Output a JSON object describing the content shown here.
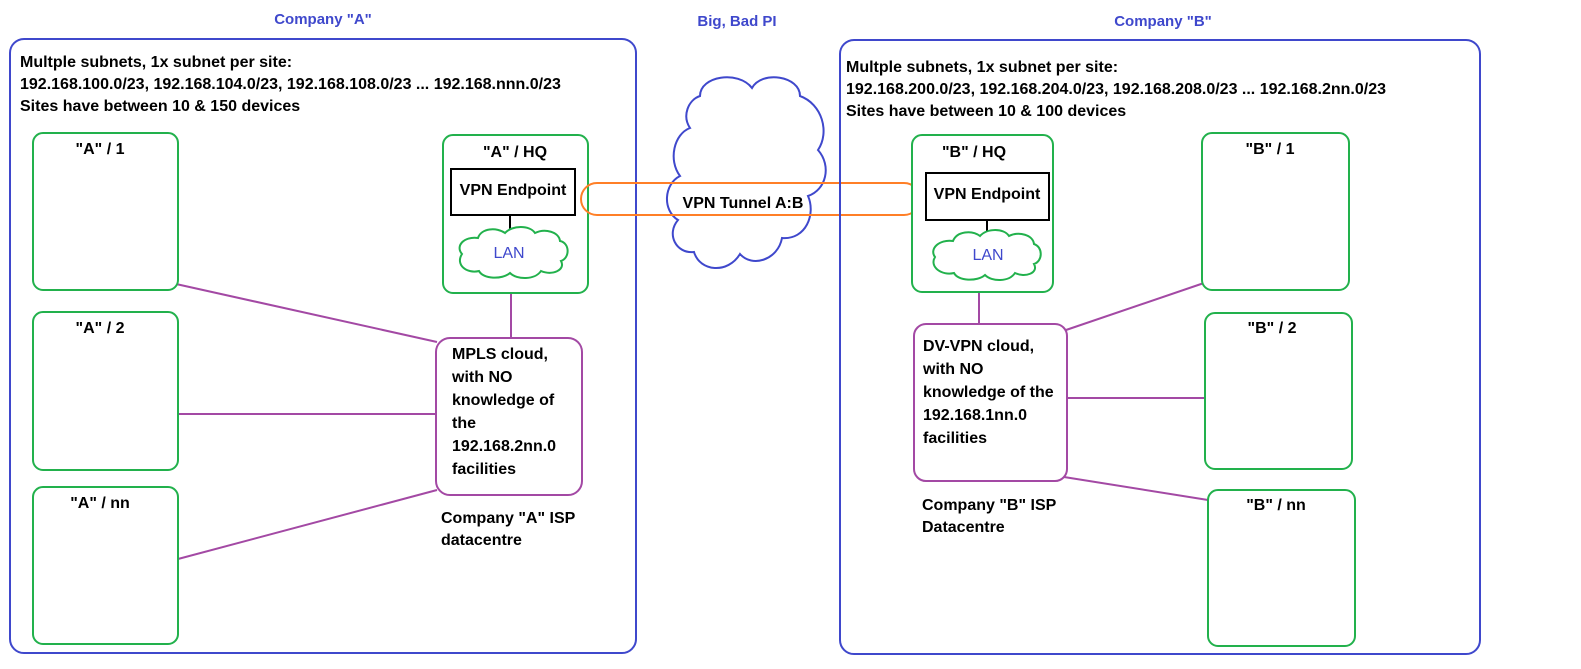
{
  "title_a": "Company \"A\"",
  "title_b": "Company \"B\"",
  "title_internet": "Big, Bad PI",
  "company_a": {
    "info": [
      "Multple subnets, 1x subnet per site:",
      "192.168.100.0/23, 192.168.104.0/23, 192.168.108.0/23 ... 192.168.nnn.0/23",
      "Sites have between 10 & 150 devices"
    ],
    "sites": [
      "\"A\" / 1",
      "\"A\" / 2",
      "\"A\" / nn"
    ],
    "hq": "\"A\" / HQ",
    "vpn_endpoint": "VPN Endpoint",
    "lan": "LAN",
    "cloud_text": [
      "MPLS cloud,",
      "with NO",
      "knowledge of",
      "the",
      "192.168.2nn.0",
      "facilities"
    ],
    "isp": [
      "Company \"A\" ISP",
      "datacentre"
    ]
  },
  "company_b": {
    "info": [
      "Multple subnets, 1x subnet per site:",
      "192.168.200.0/23, 192.168.204.0/23, 192.168.208.0/23 ... 192.168.2nn.0/23",
      "Sites have between 10 & 100 devices"
    ],
    "sites": [
      "\"B\" / 1",
      "\"B\" / 2",
      "\"B\" / nn"
    ],
    "hq": "\"B\" / HQ",
    "vpn_endpoint": "VPN Endpoint",
    "lan": "LAN",
    "cloud_text": [
      "DV-VPN cloud,",
      "with NO",
      "knowledge of the",
      "192.168.1nn.0",
      "facilities"
    ],
    "isp": [
      "Company \"B\" ISP",
      "Datacentre"
    ]
  },
  "tunnel_label": "VPN Tunnel A:B",
  "colors": {
    "company_border": "#3f48cc",
    "site_border": "#22b14c",
    "cloud_isp": "#a349a4",
    "tunnel": "#ff7f27",
    "internet_cloud": "#3f48cc"
  }
}
